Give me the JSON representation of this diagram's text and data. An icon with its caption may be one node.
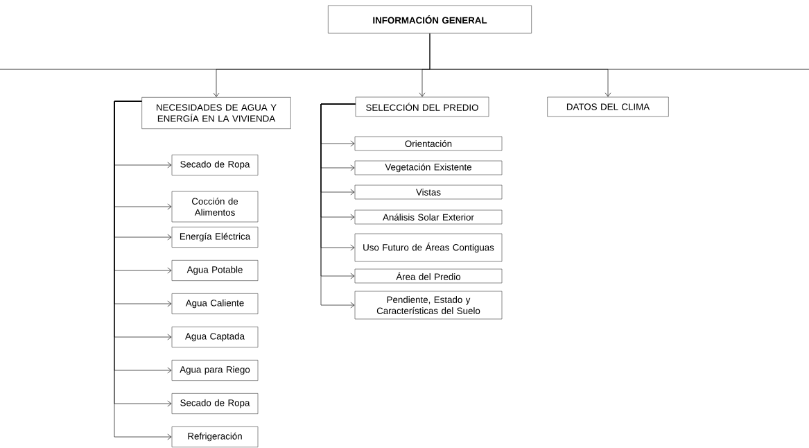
{
  "diagram": {
    "nodes": [
      {
        "text": [
          "INFORMACIÓN GENERAL"
        ]
      },
      {
        "text": [
          "NECESIDADES DE AGUA Y ENERGÍA EN LA VIVIENDA"
        ]
      },
      {
        "text": [
          "Secado de Ropa"
        ]
      },
      {
        "text": [
          "Cocción de Alimentos"
        ]
      },
      {
        "text": [
          "Energía Eléctrica"
        ]
      },
      {
        "text": [
          "Agua Potable"
        ]
      },
      {
        "text": [
          "Agua Caliente"
        ]
      },
      {
        "text": [
          "Agua Captada"
        ]
      },
      {
        "text": [
          "Agua para Riego"
        ]
      },
      {
        "text": [
          "Secado de Ropa"
        ]
      },
      {
        "text": [
          "Refrigeración"
        ]
      },
      {
        "text": [
          "SELECCIÓN DEL PREDIO"
        ]
      },
      {
        "text": [
          "Orientación"
        ]
      },
      {
        "text": [
          "Vegetación Existente"
        ]
      },
      {
        "text": [
          "Vistas"
        ]
      },
      {
        "text": [
          "Análisis Solar Exterior"
        ]
      },
      {
        "text": [
          "Uso Futuro de Áreas Contiguas"
        ]
      },
      {
        "text": [
          "Área del Predio"
        ]
      },
      {
        "text": [
          "Pendiente, Estado y Características del Suelo"
        ]
      },
      {
        "text": [
          "DATOS DEL CLIMA"
        ]
      }
    ],
    "edges": [
      {
        "from": 0,
        "to": 1,
        "arrow": "to"
      },
      {
        "from": 0,
        "to": 11,
        "arrow": "to"
      },
      {
        "from": 0,
        "to": 19,
        "arrow": "to"
      },
      {
        "from": 1,
        "to": 2,
        "arrow": "to"
      },
      {
        "from": 1,
        "to": 3,
        "arrow": "to"
      },
      {
        "from": 1,
        "to": 4,
        "arrow": "to"
      },
      {
        "from": 1,
        "to": 5,
        "arrow": "to"
      },
      {
        "from": 1,
        "to": 6,
        "arrow": "to"
      },
      {
        "from": 1,
        "to": 7,
        "arrow": "to"
      },
      {
        "from": 1,
        "to": 8,
        "arrow": "to"
      },
      {
        "from": 1,
        "to": 9,
        "arrow": "to"
      },
      {
        "from": 1,
        "to": 10,
        "arrow": "to"
      },
      {
        "from": 11,
        "to": 12,
        "arrow": "to"
      },
      {
        "from": 11,
        "to": 13,
        "arrow": "to"
      },
      {
        "from": 11,
        "to": 14,
        "arrow": "to"
      },
      {
        "from": 11,
        "to": 15,
        "arrow": "to"
      },
      {
        "from": 11,
        "to": 16,
        "arrow": "to"
      },
      {
        "from": 11,
        "to": 17,
        "arrow": "to"
      },
      {
        "from": 11,
        "to": 18,
        "arrow": "to"
      }
    ]
  }
}
